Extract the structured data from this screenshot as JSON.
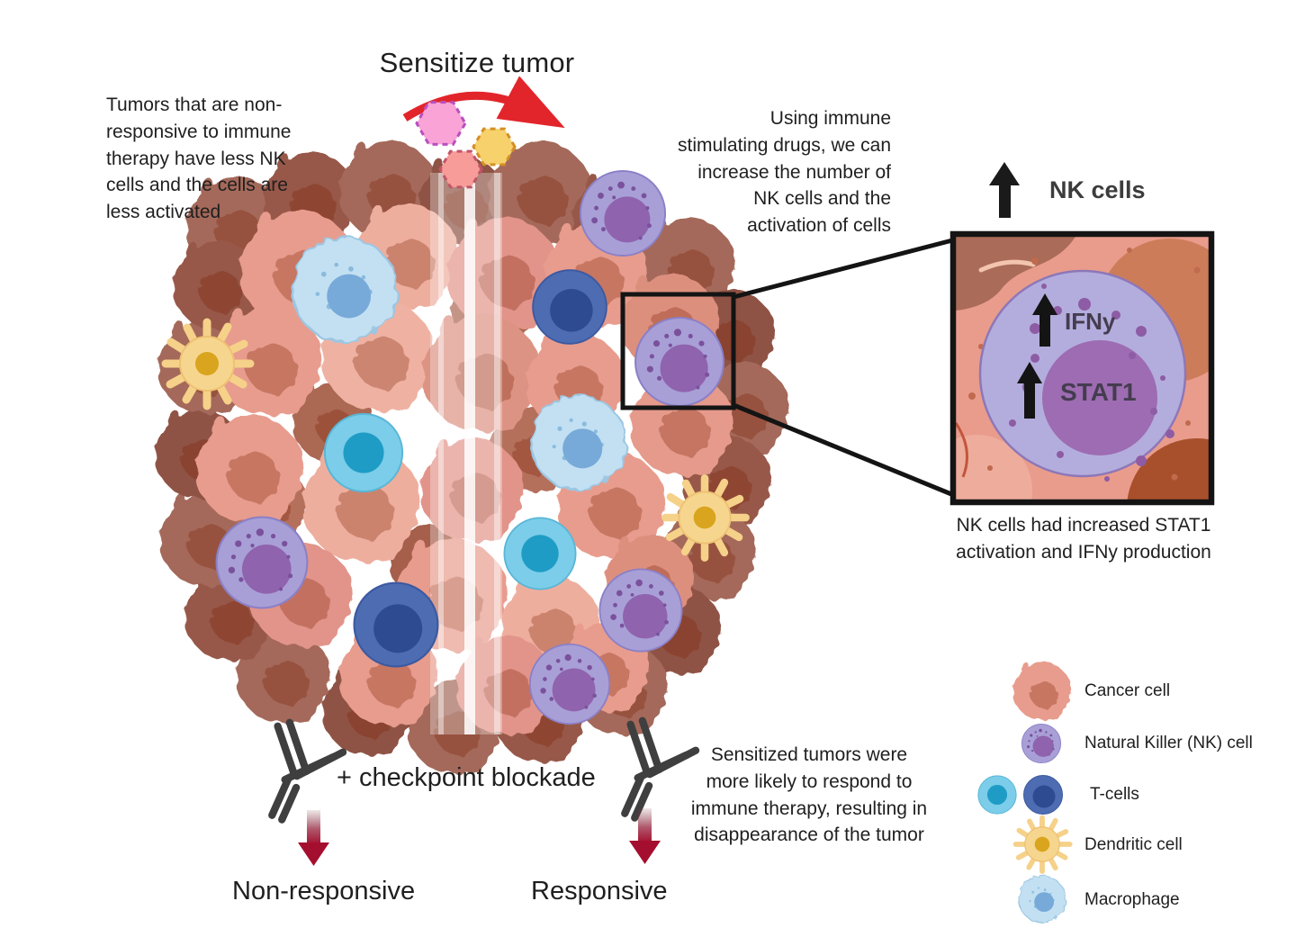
{
  "title": "Sensitize tumor",
  "left_note": "Tumors that are non-responsive to immune therapy have less NK cells and the cells are less activated",
  "right_note": "Using immune stimulating drugs, we can increase the number of NK cells and the activation of cells",
  "nk_arrow_label": "NK cells",
  "inset": {
    "ifny_label": "IFNy",
    "stat1_label": "STAT1",
    "caption": "NK cells had increased STAT1 activation and IFNy production"
  },
  "bottom": {
    "checkpoint_label": "+ checkpoint blockade",
    "left_outcome": "Non-responsive",
    "right_outcome": "Responsive",
    "responsive_note": "Sensitized tumors were more likely to respond to immune therapy, resulting in disappearance of the tumor"
  },
  "legend": {
    "items": [
      {
        "label": "Cancer cell",
        "icon": "cancer-cell-icon"
      },
      {
        "label": "Natural Killer (NK) cell",
        "icon": "nk-cell-icon"
      },
      {
        "label": "T-cells",
        "icon": "t-cell-icon"
      },
      {
        "label": "Dendritic cell",
        "icon": "dendritic-cell-icon"
      },
      {
        "label": "Macrophage",
        "icon": "macrophage-icon"
      }
    ]
  },
  "colors": {
    "sensitize_arrow": "#e2252b",
    "outcome_arrow": "#a50f2f",
    "annotation_text": "#1f1f1f",
    "nk_body": "#a89fd7",
    "cancer_body": "#e89c8d"
  }
}
